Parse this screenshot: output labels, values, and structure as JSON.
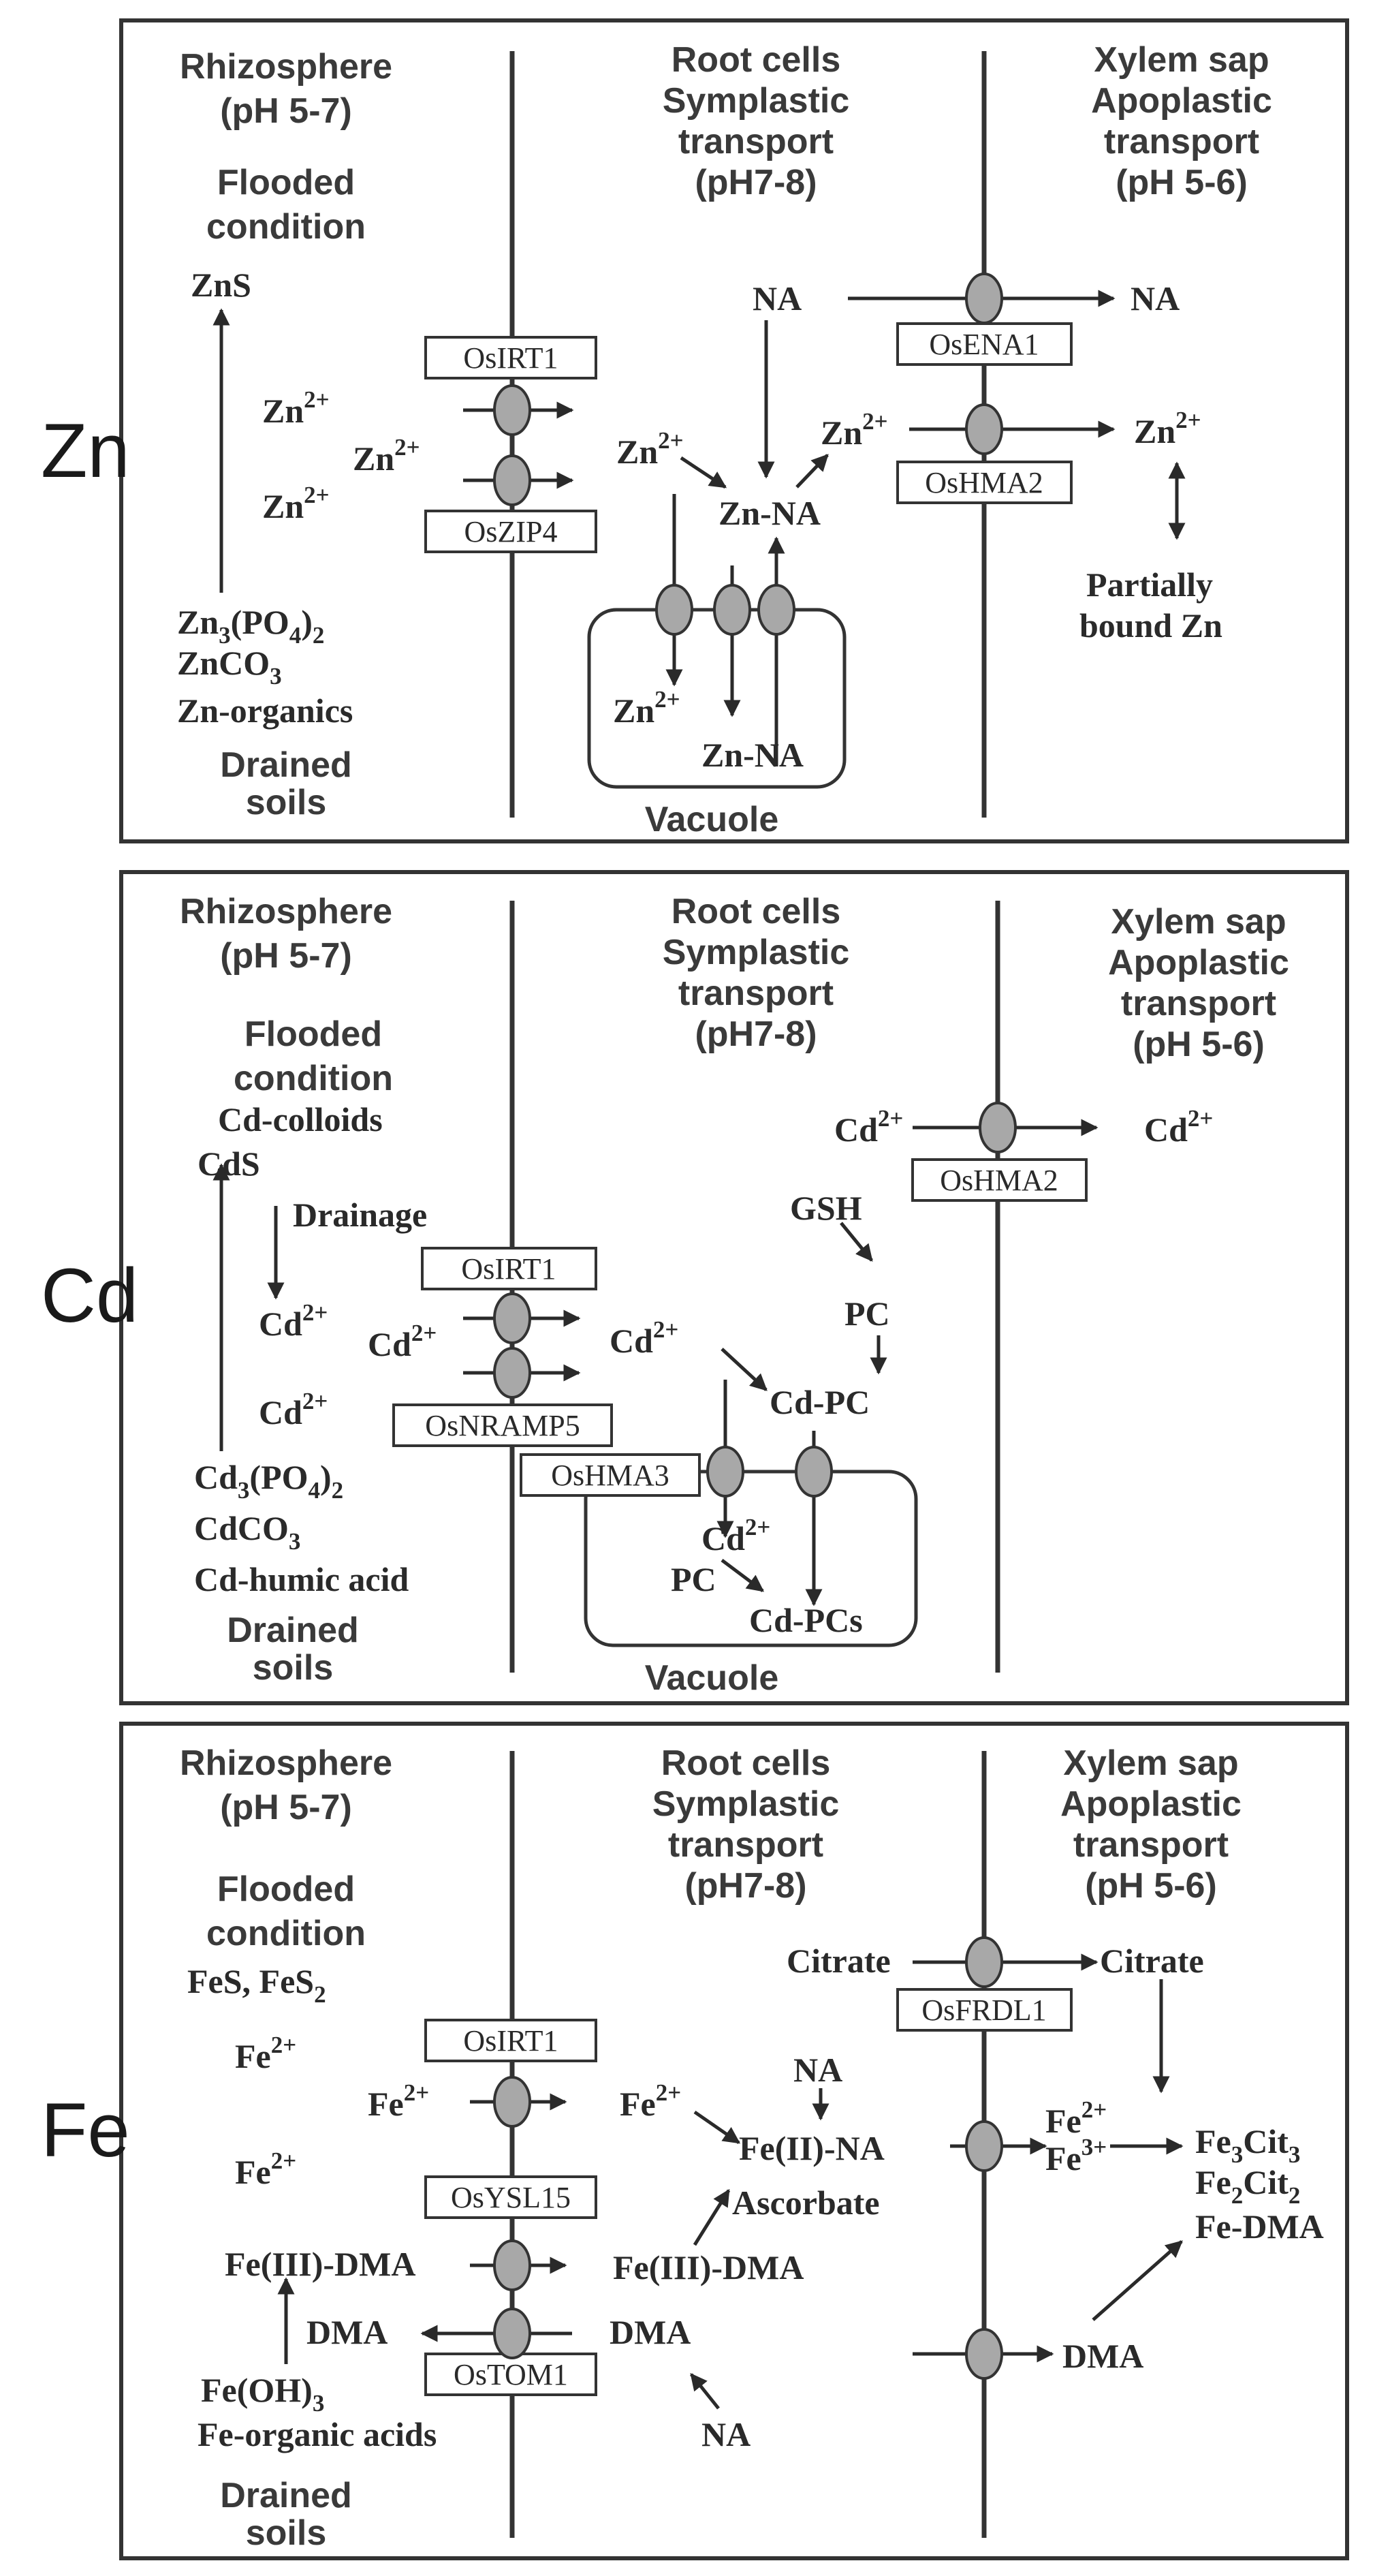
{
  "panels": [
    {
      "element": "Zn",
      "rhizosphere": [
        "Rhizosphere",
        "(pH 5-7)"
      ],
      "root_cells": [
        "Root cells",
        "Symplastic",
        "transport",
        "(pH7-8)"
      ],
      "xylem": [
        "Xylem sap",
        "Apoplastic",
        "transport",
        "(pH 5-6)"
      ],
      "flooded": [
        "Flooded",
        "condition"
      ],
      "drained": [
        "Drained",
        "soils"
      ],
      "vacuole": "Vacuole",
      "transporters": [
        "OsIRT1",
        "OsZIP4",
        "OsENA1",
        "OsHMA2"
      ],
      "species": {
        "zns": "ZnS",
        "zn1": "Zn",
        "zn2": "Zn",
        "zn3": "Zn",
        "zn4": "Zn",
        "zn5": "Zn",
        "zn6": "Zn",
        "zn7": "Zn",
        "charge": "2+",
        "zn_phosphate": [
          "Zn",
          "3",
          "(PO",
          "4",
          ")",
          "2"
        ],
        "zn_co3": [
          "ZnCO",
          "3"
        ],
        "zn_organics": "Zn-organics",
        "na_left": "NA",
        "na_right": "NA",
        "zn_na": "Zn-NA",
        "zn_na_vac": "Zn-NA",
        "partially": [
          "Partially",
          "bound Zn"
        ]
      }
    },
    {
      "element": "Cd",
      "rhizosphere": [
        "Rhizosphere",
        "(pH 5-7)"
      ],
      "root_cells": [
        "Root cells",
        "Symplastic",
        "transport",
        "(pH7-8)"
      ],
      "xylem": [
        "Xylem sap",
        "Apoplastic",
        "transport",
        "(pH 5-6)"
      ],
      "flooded": [
        "Flooded",
        "condition"
      ],
      "drained": [
        "Drained",
        "soils"
      ],
      "vacuole": "Vacuole",
      "transporters": [
        "OsHMA2",
        "OsIRT1",
        "OsNRAMP5",
        "OsHMA3"
      ],
      "species": {
        "cd_colloids": "Cd-colloids",
        "cds": "CdS",
        "drainage": "Drainage",
        "cd": "Cd",
        "charge": "2+",
        "cd_phosphate": [
          "Cd",
          "3",
          "(PO",
          "4",
          ")",
          "2"
        ],
        "cd_co3": [
          "CdCO",
          "3"
        ],
        "cd_humic": "Cd-humic acid",
        "gsh": "GSH",
        "pc": "PC",
        "cd_pc": "Cd-PC",
        "pc_vac": "PC",
        "cd_pcs": "Cd-PCs"
      }
    },
    {
      "element": "Fe",
      "rhizosphere": [
        "Rhizosphere",
        "(pH 5-7)"
      ],
      "root_cells": [
        "Root cells",
        "Symplastic",
        "transport",
        "(pH7-8)"
      ],
      "xylem": [
        "Xylem sap",
        "Apoplastic",
        "transport",
        "(pH 5-6)"
      ],
      "flooded": [
        "Flooded",
        "condition"
      ],
      "drained": [
        "Drained",
        "soils"
      ],
      "transporters": [
        "OsIRT1",
        "OsYSL15",
        "OsTOM1",
        "OsFRDL1"
      ],
      "species": {
        "fes": [
          "FeS, FeS",
          "2"
        ],
        "fe": "Fe",
        "charge2": "2+",
        "charge3": "3+",
        "citrate_left": "Citrate",
        "citrate_right": "Citrate",
        "na_top": "NA",
        "fe2_na": "Fe(II)-NA",
        "ascorbate": "Ascorbate",
        "fe3_dma_left": "Fe(III)-DMA",
        "fe3_dma_mid": "Fe(III)-DMA",
        "dma_left": "DMA",
        "dma_mid": "DMA",
        "dma_right": "DMA",
        "na_bottom": "NA",
        "fe_oh3": [
          "Fe(OH)",
          "3"
        ],
        "fe_organic": "Fe-organic acids",
        "fe3cit3": [
          "Fe",
          "3",
          "Cit",
          "3"
        ],
        "fe2cit2": [
          "Fe",
          "2",
          "Cit",
          "2"
        ],
        "fe_dma": "Fe-DMA"
      }
    }
  ]
}
